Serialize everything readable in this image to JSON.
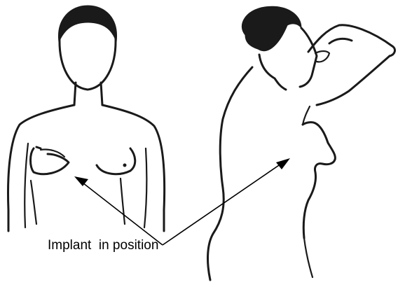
{
  "figure": {
    "caption": "Implant  in position"
  },
  "colors": {
    "ink": "#1a1a1a",
    "background": "#ffffff"
  },
  "figures": [
    "front-view-figure",
    "side-view-figure"
  ]
}
